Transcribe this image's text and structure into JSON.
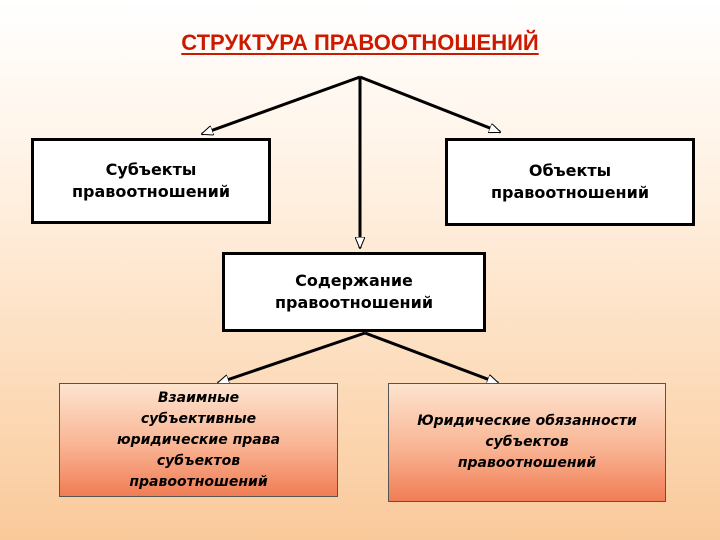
{
  "title": "СТРУКТУРА ПРАВООТНОШЕНИЙ",
  "nodes": {
    "subjects": [
      "Субъекты",
      "правоотношений"
    ],
    "objects": [
      "Объекты",
      "правоотношений"
    ],
    "content": [
      "Содержание",
      "правоотношений"
    ],
    "rights": [
      "Взаимные",
      "субъективные",
      "юридические права",
      "субъектов",
      "правоотношений"
    ],
    "duties": [
      "Юридические обязанности",
      "субъектов",
      "правоотношений"
    ]
  },
  "edges": [
    {
      "from": "title",
      "to": "subjects"
    },
    {
      "from": "title",
      "to": "objects"
    },
    {
      "from": "title",
      "to": "content"
    },
    {
      "from": "content",
      "to": "rights"
    },
    {
      "from": "content",
      "to": "duties"
    }
  ]
}
